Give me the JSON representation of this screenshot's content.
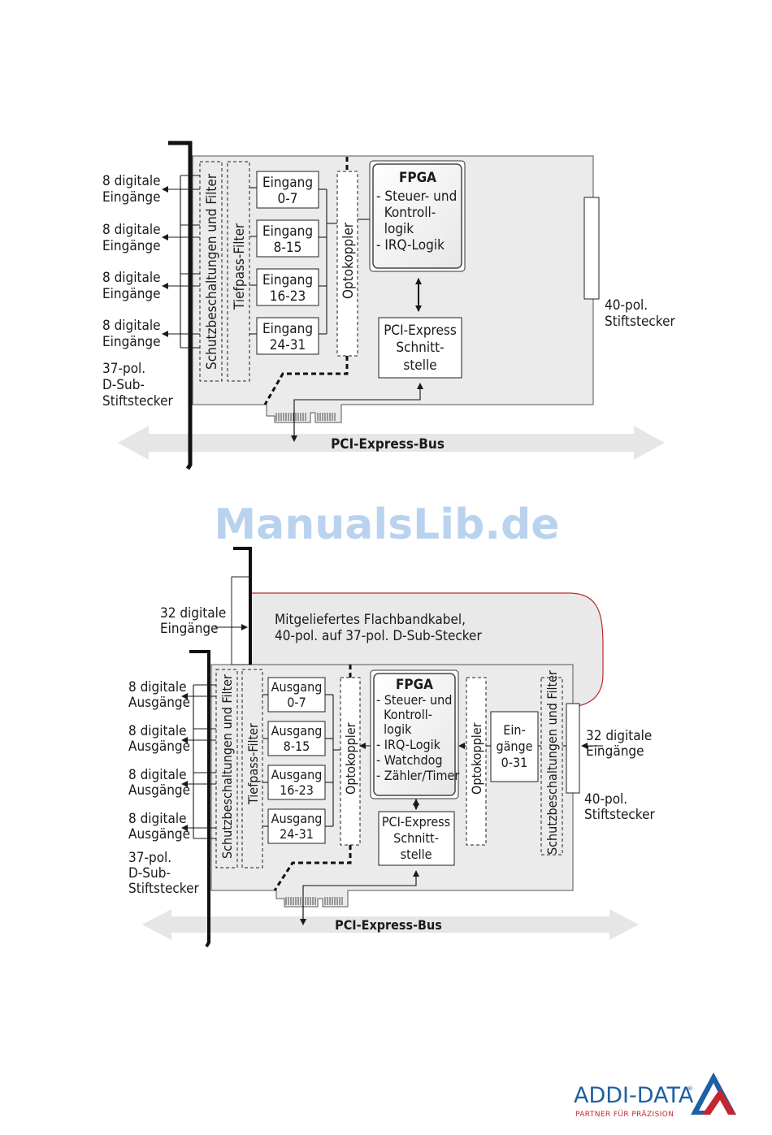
{
  "watermark": "ManualsLib.de",
  "colors": {
    "board": "#ebebeb",
    "bus_arrow": "#e6e6e6",
    "cable": "#c0282a",
    "watermark": "#b9d3ef",
    "logo_blue": "#1f5fa3",
    "logo_red": "#c3262f"
  },
  "diagram_top": {
    "input_groups": [
      {
        "line1": "8 digitale",
        "line2": "Eingänge"
      },
      {
        "line1": "8 digitale",
        "line2": "Eingänge"
      },
      {
        "line1": "8 digitale",
        "line2": "Eingänge"
      },
      {
        "line1": "8 digitale",
        "line2": "Eingänge"
      }
    ],
    "connector_left": {
      "line1": "37-pol.",
      "line2": "D-Sub-",
      "line3": "Stiftstecker"
    },
    "protection": "Schutzbeschaltungen und Filter",
    "lowpass": "Tiefpass-Filter",
    "blocks": [
      {
        "line1": "Eingang",
        "line2": "0-7"
      },
      {
        "line1": "Eingang",
        "line2": "8-15"
      },
      {
        "line1": "Eingang",
        "line2": "16-23"
      },
      {
        "line1": "Eingang",
        "line2": "24-31"
      }
    ],
    "optocoupler": "Optokoppler",
    "fpga": {
      "title": "FPGA",
      "lines": [
        "- Steuer- und",
        "  Kontroll-",
        "  logik",
        "- IRQ-Logik"
      ]
    },
    "pci_interface": {
      "line1": "PCI-Express",
      "line2": "Schnitt-",
      "line3": "stelle"
    },
    "connector_right": {
      "line1": "40-pol.",
      "line2": "Stiftstecker"
    },
    "bus_label": "PCI-Express-Bus"
  },
  "diagram_bottom": {
    "cable_inputs": {
      "line1": "32 digitale",
      "line2": "Eingänge"
    },
    "cable_label": {
      "line1": "Mitgeliefertes Flachbandkabel,",
      "line2": "40-pol. auf 37-pol. D-Sub-Stecker"
    },
    "output_groups": [
      {
        "line1": "8 digitale",
        "line2": "Ausgänge"
      },
      {
        "line1": "8 digitale",
        "line2": "Ausgänge"
      },
      {
        "line1": "8 digitale",
        "line2": "Ausgänge"
      },
      {
        "line1": "8 digitale",
        "line2": "Ausgänge"
      }
    ],
    "connector_left": {
      "line1": "37-pol.",
      "line2": "D-Sub-",
      "line3": "Stiftstecker"
    },
    "protection": "Schutzbeschaltungen und Filter",
    "lowpass": "Tiefpass-Filter",
    "blocks": [
      {
        "line1": "Ausgang",
        "line2": "0-7"
      },
      {
        "line1": "Ausgang",
        "line2": "8-15"
      },
      {
        "line1": "Ausgang",
        "line2": "16-23"
      },
      {
        "line1": "Ausgang",
        "line2": "24-31"
      }
    ],
    "optocoupler_left": "Optokoppler",
    "fpga": {
      "title": "FPGA",
      "lines": [
        "- Steuer- und",
        "  Kontroll-",
        "  logik",
        "- IRQ-Logik",
        "- Watchdog",
        "- Zähler/Timer"
      ]
    },
    "optocoupler_right": "Optokoppler",
    "inputs_block": {
      "line1": "Ein-",
      "line2": "gänge",
      "line3": "0-31"
    },
    "protection_right": "Schutzbeschaltungen und Filter",
    "right_inputs": {
      "line1": "32 digitale",
      "line2": "Eingänge"
    },
    "connector_right": {
      "line1": "40-pol.",
      "line2": "Stiftstecker"
    },
    "pci_interface": {
      "line1": "PCI-Express",
      "line2": "Schnitt-",
      "line3": "stelle"
    },
    "bus_label": "PCI-Express-Bus"
  },
  "logo": {
    "brand": "ADDI-DATA",
    "registered": "®",
    "tagline": "PARTNER FÜR PRÄZISION"
  }
}
